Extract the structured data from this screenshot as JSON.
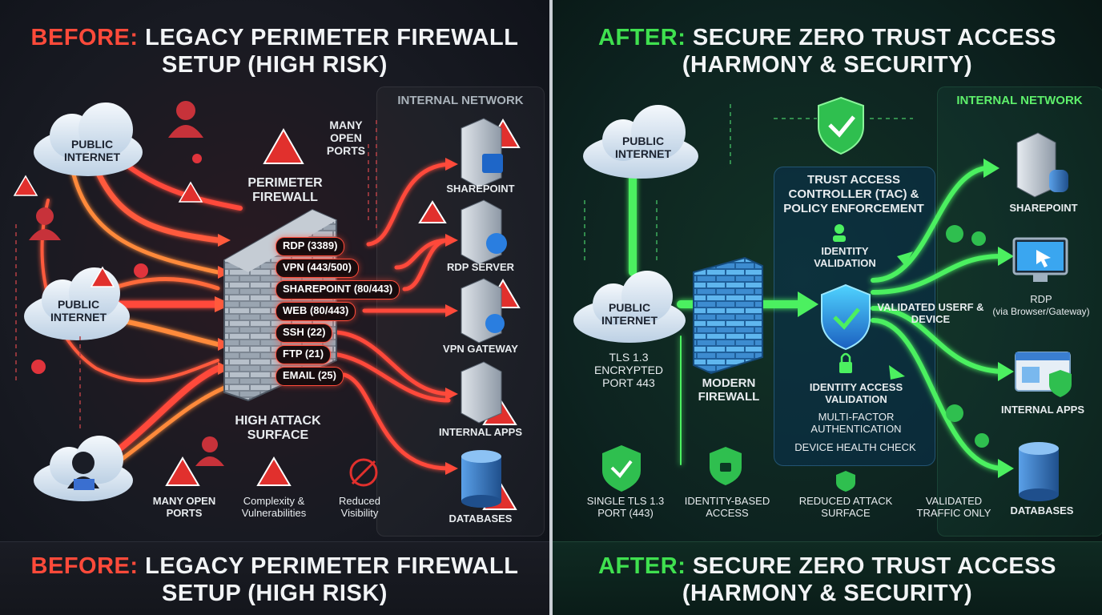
{
  "left": {
    "title": {
      "prefix": "BEFORE:",
      "line1": "LEGACY PERIMETER FIREWALL",
      "line2": "SETUP (HIGH RISK)"
    },
    "internal_network": "INTERNAL NETWORK",
    "public_internet": "PUBLIC INTERNET",
    "perimeter_firewall": "PERIMETER FIREWALL",
    "many_open_ports_top": "MANY OPEN PORTS",
    "ports": [
      "RDP (3389)",
      "VPN (443/500)",
      "SHAREPOINT (80/443)",
      "WEB (80/443)",
      "SSH (22)",
      "FTP (21)",
      "EMAIL (25)"
    ],
    "servers": [
      "SHAREPOINT",
      "RDP SERVER",
      "VPN GATEWAY",
      "INTERNAL APPS",
      "DATABASES"
    ],
    "high_attack_surface": "HIGH ATTACK SURFACE",
    "footer_items": [
      "MANY OPEN PORTS",
      "Complexity & Vulnerabilities",
      "Reduced Visibility"
    ],
    "accent": "#ff4a3a"
  },
  "right": {
    "title": {
      "prefix": "AFTER:",
      "line1": "SECURE ZERO TRUST ACCESS",
      "line2": "(HARMONY & SECURITY)"
    },
    "internal_network": "INTERNAL NETWORK",
    "public_internet": "PUBLIC INTERNET",
    "tls": "TLS 1.3 ENCRYPTED PORT 443",
    "modern_firewall": "MODERN FIREWALL",
    "tac_title": "TRUST ACCESS CONTROLLER (TAC) & POLICY ENFORCEMENT",
    "identity_validation": "IDENTITY VALIDATION",
    "validated_user": "VALIDATED USERF & DEVICE",
    "identity_access_validation": "IDENTITY ACCESS VALIDATION",
    "mfa": "MULTI-FACTOR AUTHENTICATION",
    "device_health": "DEVICE HEALTH CHECK",
    "servers": [
      "SHAREPOINT",
      "RDP",
      "(via Browser/Gateway)",
      "INTERNAL APPS",
      "DATABASES"
    ],
    "footer_items": [
      "SINGLE TLS 1.3 PORT (443)",
      "IDENTITY-BASED ACCESS",
      "REDUCED ATTACK SURFACE",
      "VALIDATED TRAFFIC ONLY"
    ],
    "accent": "#3fe04f"
  }
}
